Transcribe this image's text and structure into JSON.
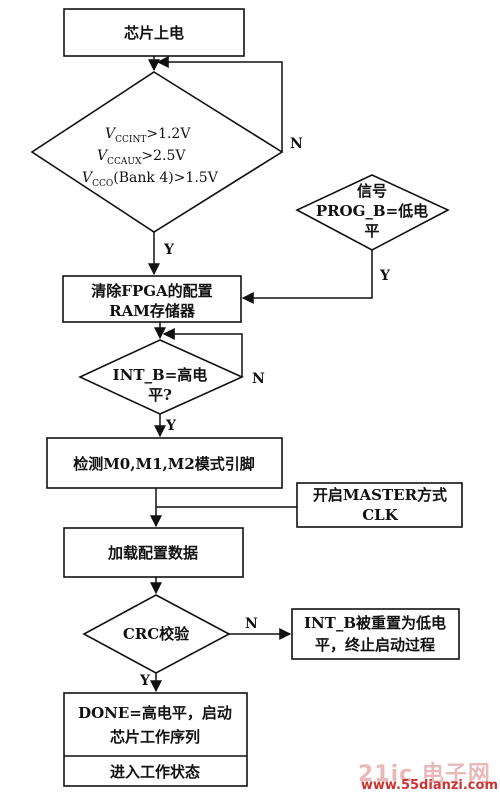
{
  "nodes": {
    "power_on": "芯片上电",
    "clear_ram_line1": "清除FPGA的配置",
    "clear_ram_line2": "RAM存储器",
    "detect_mode": "检测M0,M1,M2模式引脚",
    "load_config": "加载配置数据",
    "done_line1": "DONE=高电平，启动",
    "done_line2": "芯片工作序列",
    "enter_work": "进入工作状态",
    "master_clk_line1": "开启MASTER方式",
    "master_clk_line2": "CLK",
    "int_b_reset_line1": "INT_B被重置为低电",
    "int_b_reset_line2": "平，终止启动过程"
  },
  "decisions": {
    "voltage": {
      "v1_prefix": "V",
      "v1_sub": "CCINT",
      "v1_suffix": ">1.2V",
      "v2_prefix": "V",
      "v2_sub": "CCAUX",
      "v2_suffix": ">2.5V",
      "v3_prefix": "V",
      "v3_sub": "CCO",
      "v3_suffix": "(Bank 4)>1.5V"
    },
    "prog_b_line1": "信号",
    "prog_b_line2": "PROG_B=低电",
    "prog_b_line3": "平",
    "int_b_line1": "INT_B=高电",
    "int_b_line2": "平?",
    "crc": "CRC校验"
  },
  "labels": {
    "yes": "Y",
    "no": "N"
  },
  "watermark": {
    "logo": "21ic 电子网",
    "url": "www.55dianzi.com"
  }
}
